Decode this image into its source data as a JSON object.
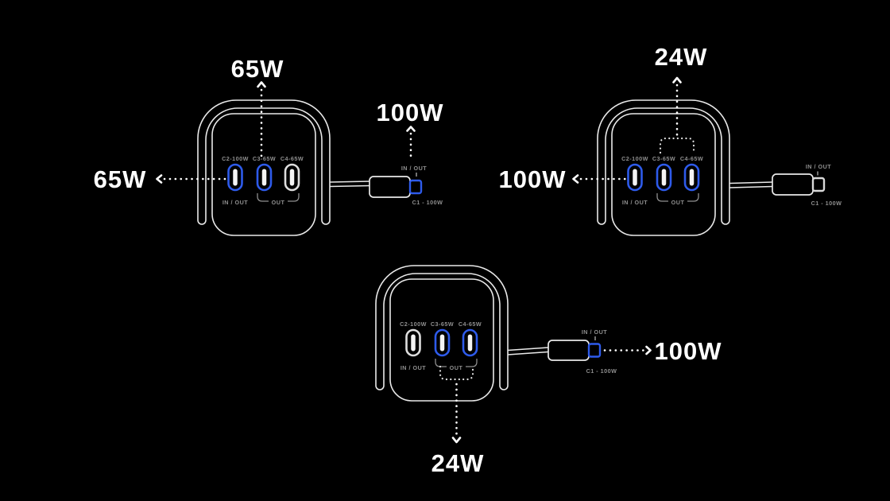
{
  "colors": {
    "background": "#000000",
    "outline": "#e9e9e9",
    "accent_blue": "#2e5beb",
    "muted_text": "#8f8f8f",
    "label_text": "#ffffff"
  },
  "chargers": [
    {
      "ports": [
        {
          "label": "C2-100W",
          "sub": "IN / OUT",
          "active": true
        },
        {
          "label": "C3-65W",
          "active": true
        },
        {
          "label": "C4-65W",
          "active": false
        }
      ],
      "out_label": "OUT",
      "annotations": {
        "port_c3": "65W",
        "port_c2": "65W",
        "cable": "100W"
      },
      "cable": {
        "io_label": "IN / OUT",
        "id_label": "C1 - 100W",
        "tip_active": true
      }
    },
    {
      "ports": [
        {
          "label": "C2-100W",
          "sub": "IN / OUT",
          "active": true
        },
        {
          "label": "C3-65W",
          "active": true
        },
        {
          "label": "C4-65W",
          "active": true
        }
      ],
      "out_label": "OUT",
      "annotations": {
        "ports_c3_c4": "24W",
        "port_c2": "100W"
      },
      "cable": {
        "io_label": "IN / OUT",
        "id_label": "C1 - 100W",
        "tip_active": false
      }
    },
    {
      "ports": [
        {
          "label": "C2-100W",
          "sub": "IN / OUT",
          "active": false
        },
        {
          "label": "C3-65W",
          "active": true
        },
        {
          "label": "C4-65W",
          "active": true
        }
      ],
      "out_label": "OUT",
      "annotations": {
        "ports_c3_c4": "24W",
        "cable": "100W"
      },
      "cable": {
        "io_label": "IN / OUT",
        "id_label": "C1 - 100W",
        "tip_active": true
      }
    }
  ]
}
